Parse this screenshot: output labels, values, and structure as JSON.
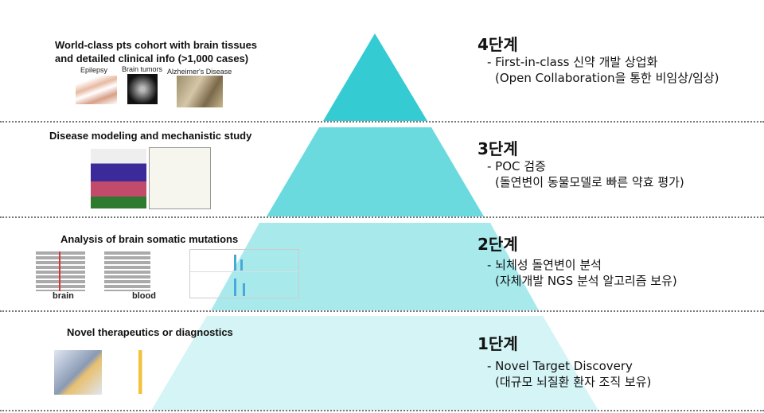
{
  "colors": {
    "level4": "#35cbd3",
    "level3": "#6adadf",
    "level2": "#a8e9ec",
    "level1": "#d4f4f5"
  },
  "left": {
    "level4": {
      "title_line1": "World-class pts cohort with brain tissues",
      "title_line2": "and detailed clinical info (>1,000 cases)",
      "captions": [
        "Epilepsy",
        "Brain tumors",
        "Alzheimer's Disease"
      ]
    },
    "level3": {
      "title": "Disease modeling and mechanistic study"
    },
    "level2": {
      "title": "Analysis of brain somatic mutations",
      "captions": [
        "brain",
        "blood"
      ]
    },
    "level1": {
      "title": "Novel therapeutics or diagnostics"
    }
  },
  "stages": [
    {
      "title": "4단계",
      "line1": "- First-in-class 신약 개발 상업화",
      "line2": "(Open Collaboration을 통한 비임상/임상)"
    },
    {
      "title": "3단계",
      "line1": "- POC 검증",
      "line2": "(돌연변이 동물모델로 빠른 약효 평가)"
    },
    {
      "title": "2단계",
      "line1": "-  뇌체성 돌연변이 분석",
      "line2": "(자체개발 NGS 분석 알고리즘 보유)"
    },
    {
      "title": "1단계",
      "line1": "-  Novel Target Discovery",
      "line2": "(대규모 뇌질환 환자 조직 보유)"
    }
  ]
}
